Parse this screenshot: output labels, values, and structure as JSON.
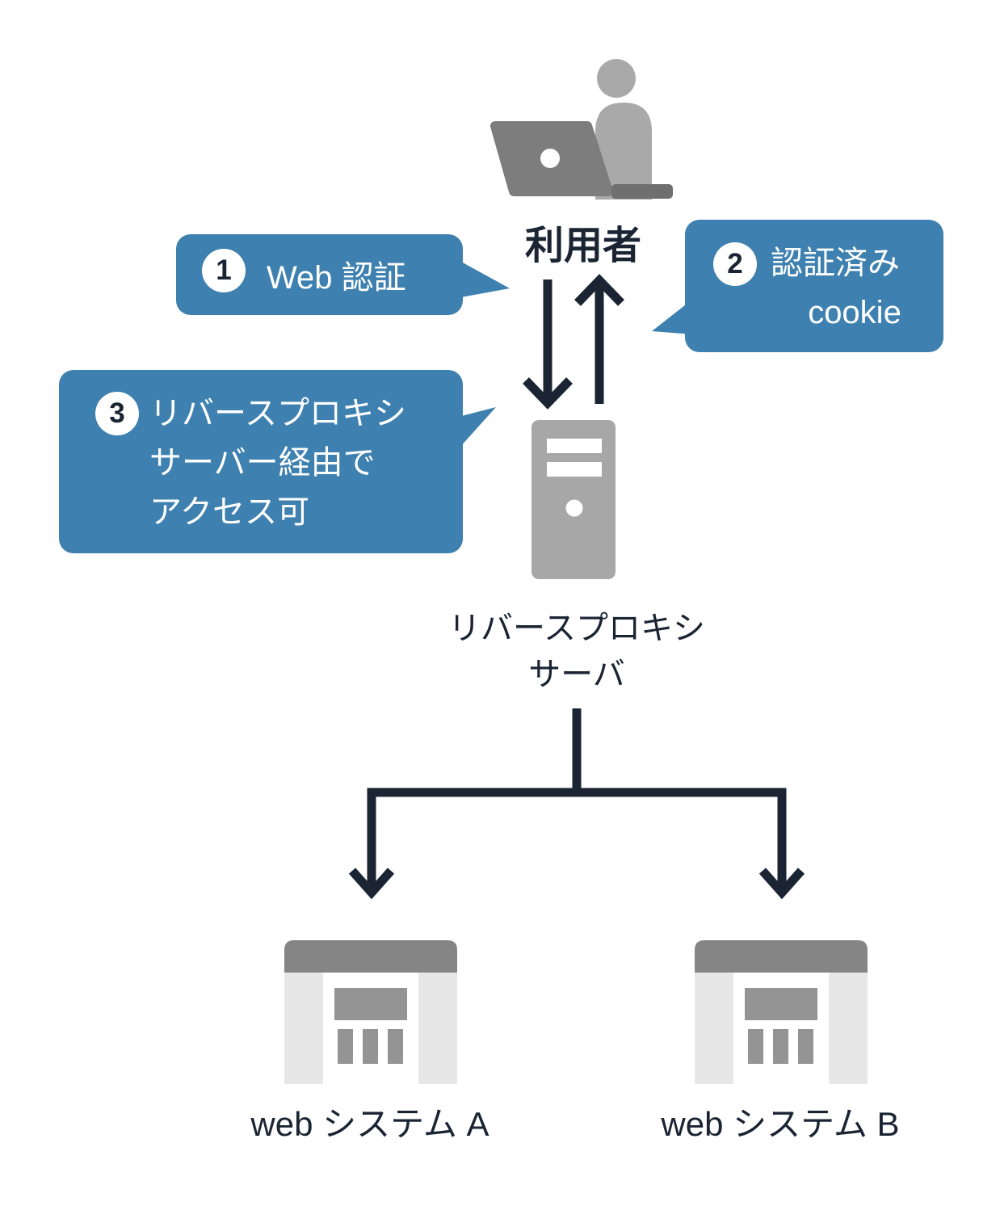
{
  "diagram": {
    "nodes": {
      "user": {
        "icon": "person-at-laptop-icon",
        "label": "利用者"
      },
      "proxy": {
        "icon": "server-tower-icon",
        "label_lines": [
          "リバースプロキシ",
          "サーバ"
        ]
      },
      "system_a": {
        "icon": "building-icon",
        "label": "web システム A"
      },
      "system_b": {
        "icon": "building-icon",
        "label": "web システム B"
      }
    },
    "callouts": [
      {
        "number": "1",
        "lines": [
          "Web 認証"
        ]
      },
      {
        "number": "2",
        "lines": [
          "認証済み",
          "cookie"
        ]
      },
      {
        "number": "3",
        "lines": [
          "リバースプロキシ",
          "サーバー経由で",
          "アクセス可"
        ]
      }
    ],
    "arrows": [
      {
        "name": "user-to-proxy",
        "direction": "down"
      },
      {
        "name": "proxy-to-user",
        "direction": "up"
      },
      {
        "name": "proxy-to-system-a",
        "direction": "down"
      },
      {
        "name": "proxy-to-system-b",
        "direction": "down"
      }
    ],
    "colors": {
      "callout_blue": "#3e80af",
      "ink_navy": "#1b2433",
      "icon_gray": "#a9a9a9",
      "icon_gray_dark": "#7d7d7d",
      "server_gray": "#a7a7a7",
      "building_roof_gray": "#858585",
      "building_side_gray": "#e7e7e7",
      "building_detail_gray": "#949494",
      "background": "#ffffff"
    }
  }
}
